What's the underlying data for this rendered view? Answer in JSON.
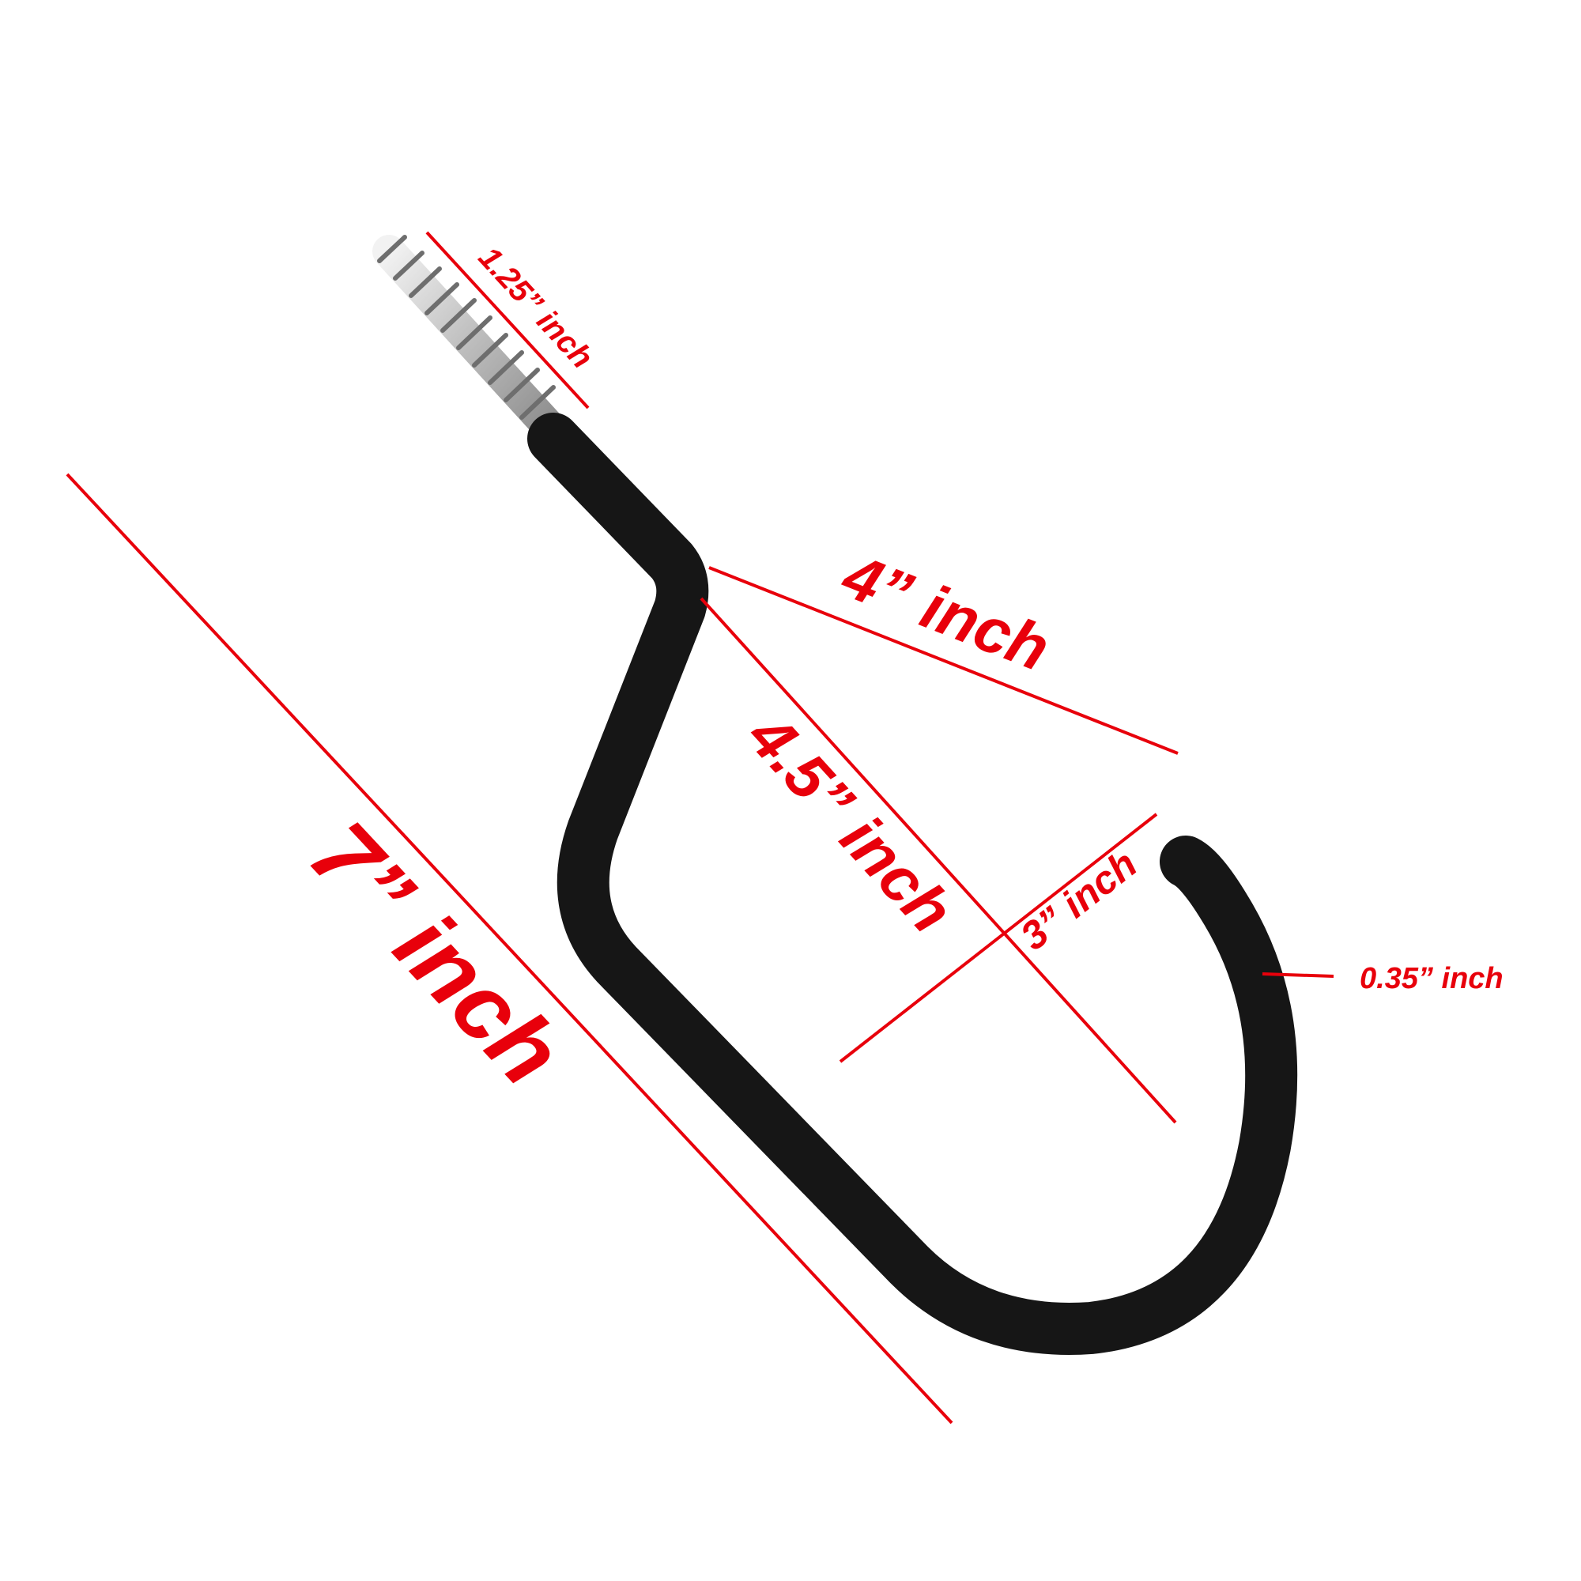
{
  "colors": {
    "background": "#ffffff",
    "dimension": "#e8000b",
    "hook_coating": "#161616",
    "screw_metal": "#c9c9c9"
  },
  "product": {
    "icon": "screw-hook-icon"
  },
  "dimensions": {
    "screw_length": "1.25” inch",
    "hook_opening": "4” inch",
    "inner_length": "4.5” inch",
    "overall_length": "7” inch",
    "inner_width": "3” inch",
    "rod_diameter": "0.35” inch"
  }
}
